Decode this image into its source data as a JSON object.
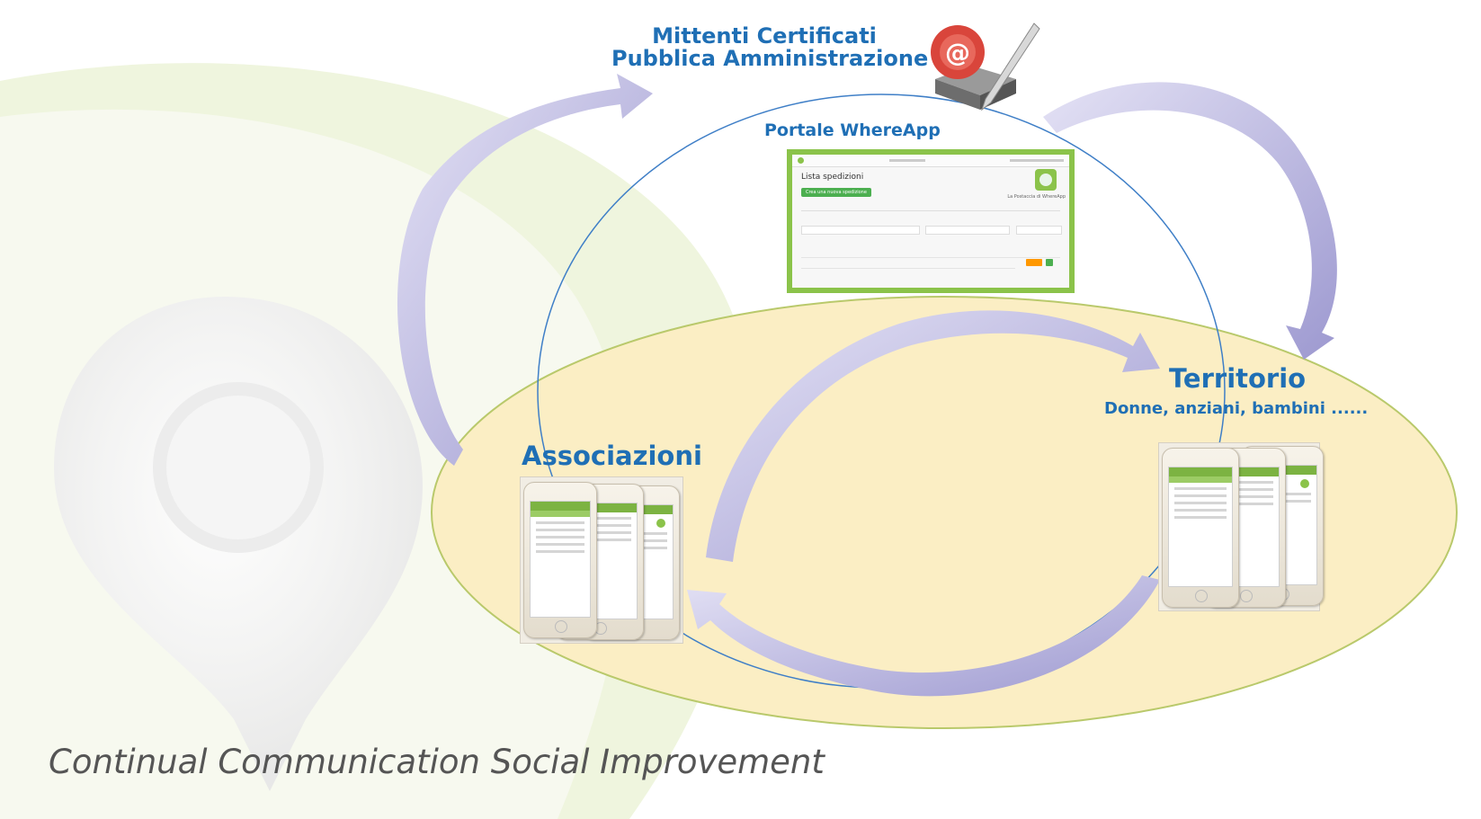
{
  "labels": {
    "mittenti_line1": "Mittenti Certificati",
    "mittenti_line2": "Pubblica Amministrazione",
    "portale": "Portale WhereApp",
    "territorio": "Territorio",
    "territorio_sub": "Donne, anziani, bambini ......",
    "associazioni": "Associazioni",
    "tagline": "Continual Communication Social Improvement"
  },
  "portal": {
    "list_title": "Lista spedizioni",
    "new_button": "Crea una nuova spedizione",
    "logo_caption": "La Postaccia di WhereApp"
  },
  "colors": {
    "title_blue": "#1f6fb5",
    "ellipse_fill": "#fbeec4",
    "circle_stroke": "#3f7fc7",
    "arrow": "#a6a3d6",
    "accent_green": "#8bc34a"
  },
  "icons": {
    "stamp": "email-seal-pen-icon"
  }
}
